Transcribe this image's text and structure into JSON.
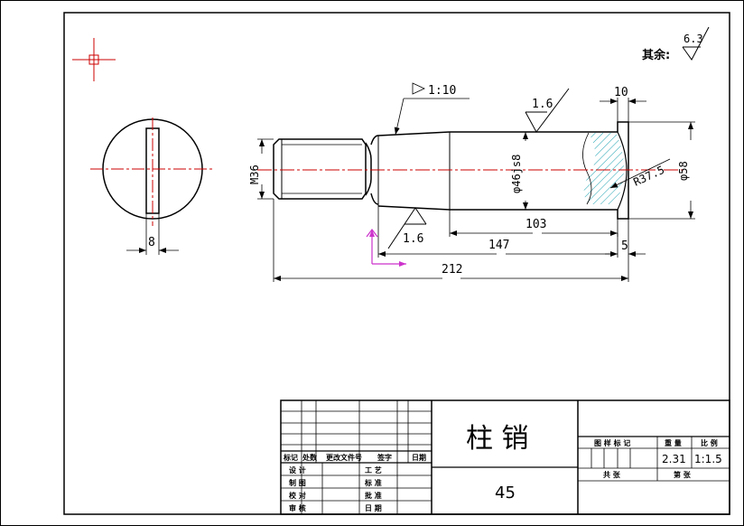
{
  "drawing": {
    "note": {
      "label": "其余:",
      "roughness": "6.3"
    },
    "dimensions": {
      "taper": "1:10",
      "roughness_top": "1.6",
      "roughness_bottom": "1.6",
      "flange_width": "10",
      "thread": "M36",
      "shaft_dia": "φ46js8",
      "flange_dia": "φ58",
      "radius": "R37.5",
      "len_103": "103",
      "len_147": "147",
      "len_5": "5",
      "len_212": "212",
      "slot_width": "8"
    }
  },
  "title_block": {
    "part_name": "柱  销",
    "material": "45",
    "rev_headers": [
      "标记",
      "处数",
      "更改文件号",
      "签字",
      "日期"
    ],
    "sign_left": [
      "设 计",
      "制 图",
      "校 对",
      "审 核"
    ],
    "sign_right": [
      "工 艺",
      "标 准",
      "批 准",
      "日 期"
    ],
    "info_headers": [
      "图 样 标 记",
      "重 量",
      "比 例"
    ],
    "weight": "2.31",
    "scale": "1:1.5",
    "sheet_total": "共    张",
    "sheet_no": "第    张"
  }
}
